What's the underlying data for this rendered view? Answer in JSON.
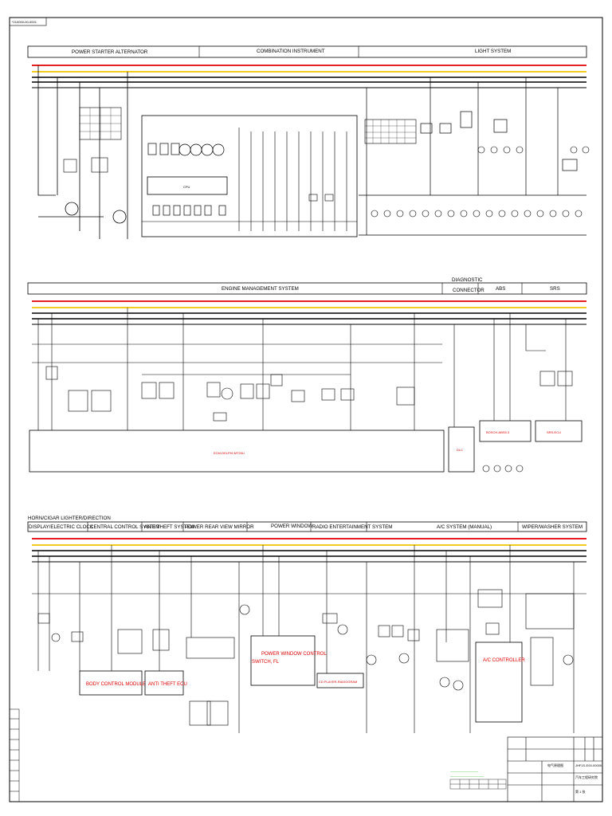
{
  "drawing_code": "*210000-00-0001",
  "sections": {
    "top": [
      "POWER STARTER ALTERNATOR",
      "COMBINATION INSTRUMENT",
      "LIGHT SYSTEM"
    ],
    "middle": [
      "ENGINE MANAGEMENT SYSTEM",
      "DIAGNOSTIC CONNECTOR",
      "ABS",
      "SRS"
    ],
    "bottom_title_line": "HORN/CIGAR LIGHTER/DIRECTION",
    "bottom": [
      "DISPLAY/ELECTRIC CLOCK",
      "CENTRAL CONTROL SYSTEM",
      "ANTI THEFT SYSTEM",
      "POWER REAR VIEW MIRROR",
      "POWER WINDOW",
      "RADIO ENTERTAINMENT SYSTEM",
      "A/C SYSTEM (MANUAL)",
      "WIPER/WASHER SYSTEM"
    ]
  },
  "modules": {
    "cpu": "CPU",
    "ecm": "ECM-DELPHI MT20U",
    "dlc": "DLC",
    "abs": "BOSCH-ABS5.3",
    "srs": "SRS-ECU",
    "bcm": "BODY CONTROL MODULE",
    "anti_theft": "ANTI THEFT ECU",
    "power_window": "POWER WINDOW CONTROL SWITCH, FL",
    "cd_player": "CD PLAYER-RADIOGRAM",
    "ac": "A/C CONTROLLER"
  },
  "title_block": {
    "drawing_name": "电气原理图",
    "code": "JHF1S-E00-00000",
    "company": "汽车工程研究院",
    "sheet": "第 1 张"
  },
  "colors": {
    "red": "#e00000",
    "yellow": "#f2c500",
    "black": "#000000",
    "label": "#dd0000"
  }
}
